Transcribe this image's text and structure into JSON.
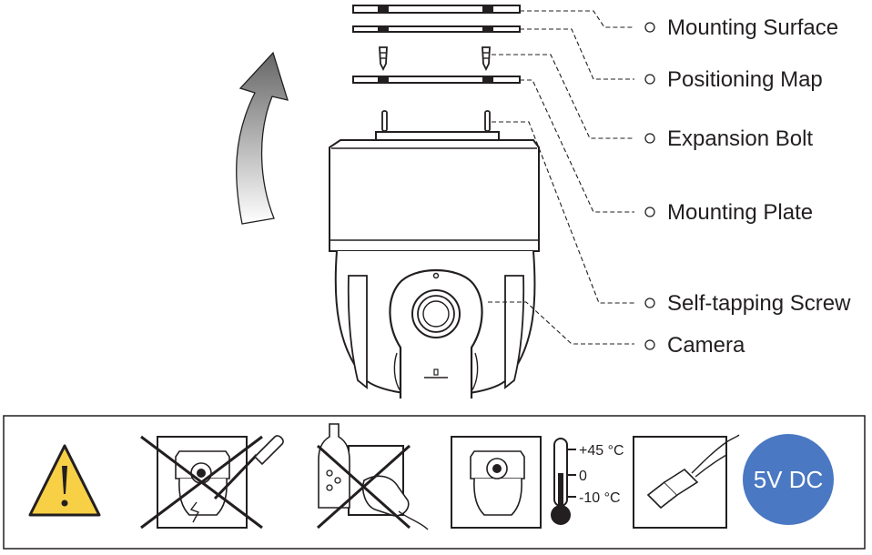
{
  "callouts": [
    {
      "id": "mounting-surface",
      "label": "Mounting Surface"
    },
    {
      "id": "positioning-map",
      "label": "Positioning Map"
    },
    {
      "id": "expansion-bolt",
      "label": "Expansion Bolt"
    },
    {
      "id": "mounting-plate",
      "label": "Mounting Plate"
    },
    {
      "id": "self-tapping-screw",
      "label": "Self-tapping Screw"
    },
    {
      "id": "camera",
      "label": "Camera"
    }
  ],
  "icons": {
    "warning": "warning-triangle-icon",
    "no_disassembly": "no-screwdriver-icon",
    "no_cleaning_agents": "no-chemical-cleaning-icon",
    "temperature": {
      "high": "+45 °C",
      "zero": "0",
      "low": "-10 °C"
    },
    "usb": "usb-cable-icon",
    "power": {
      "label": "5V DC",
      "color": "#4a78c2"
    }
  },
  "colors": {
    "line": "#231f20",
    "arrow_gradient_start": "#555555",
    "arrow_gradient_end": "#ffffff"
  }
}
